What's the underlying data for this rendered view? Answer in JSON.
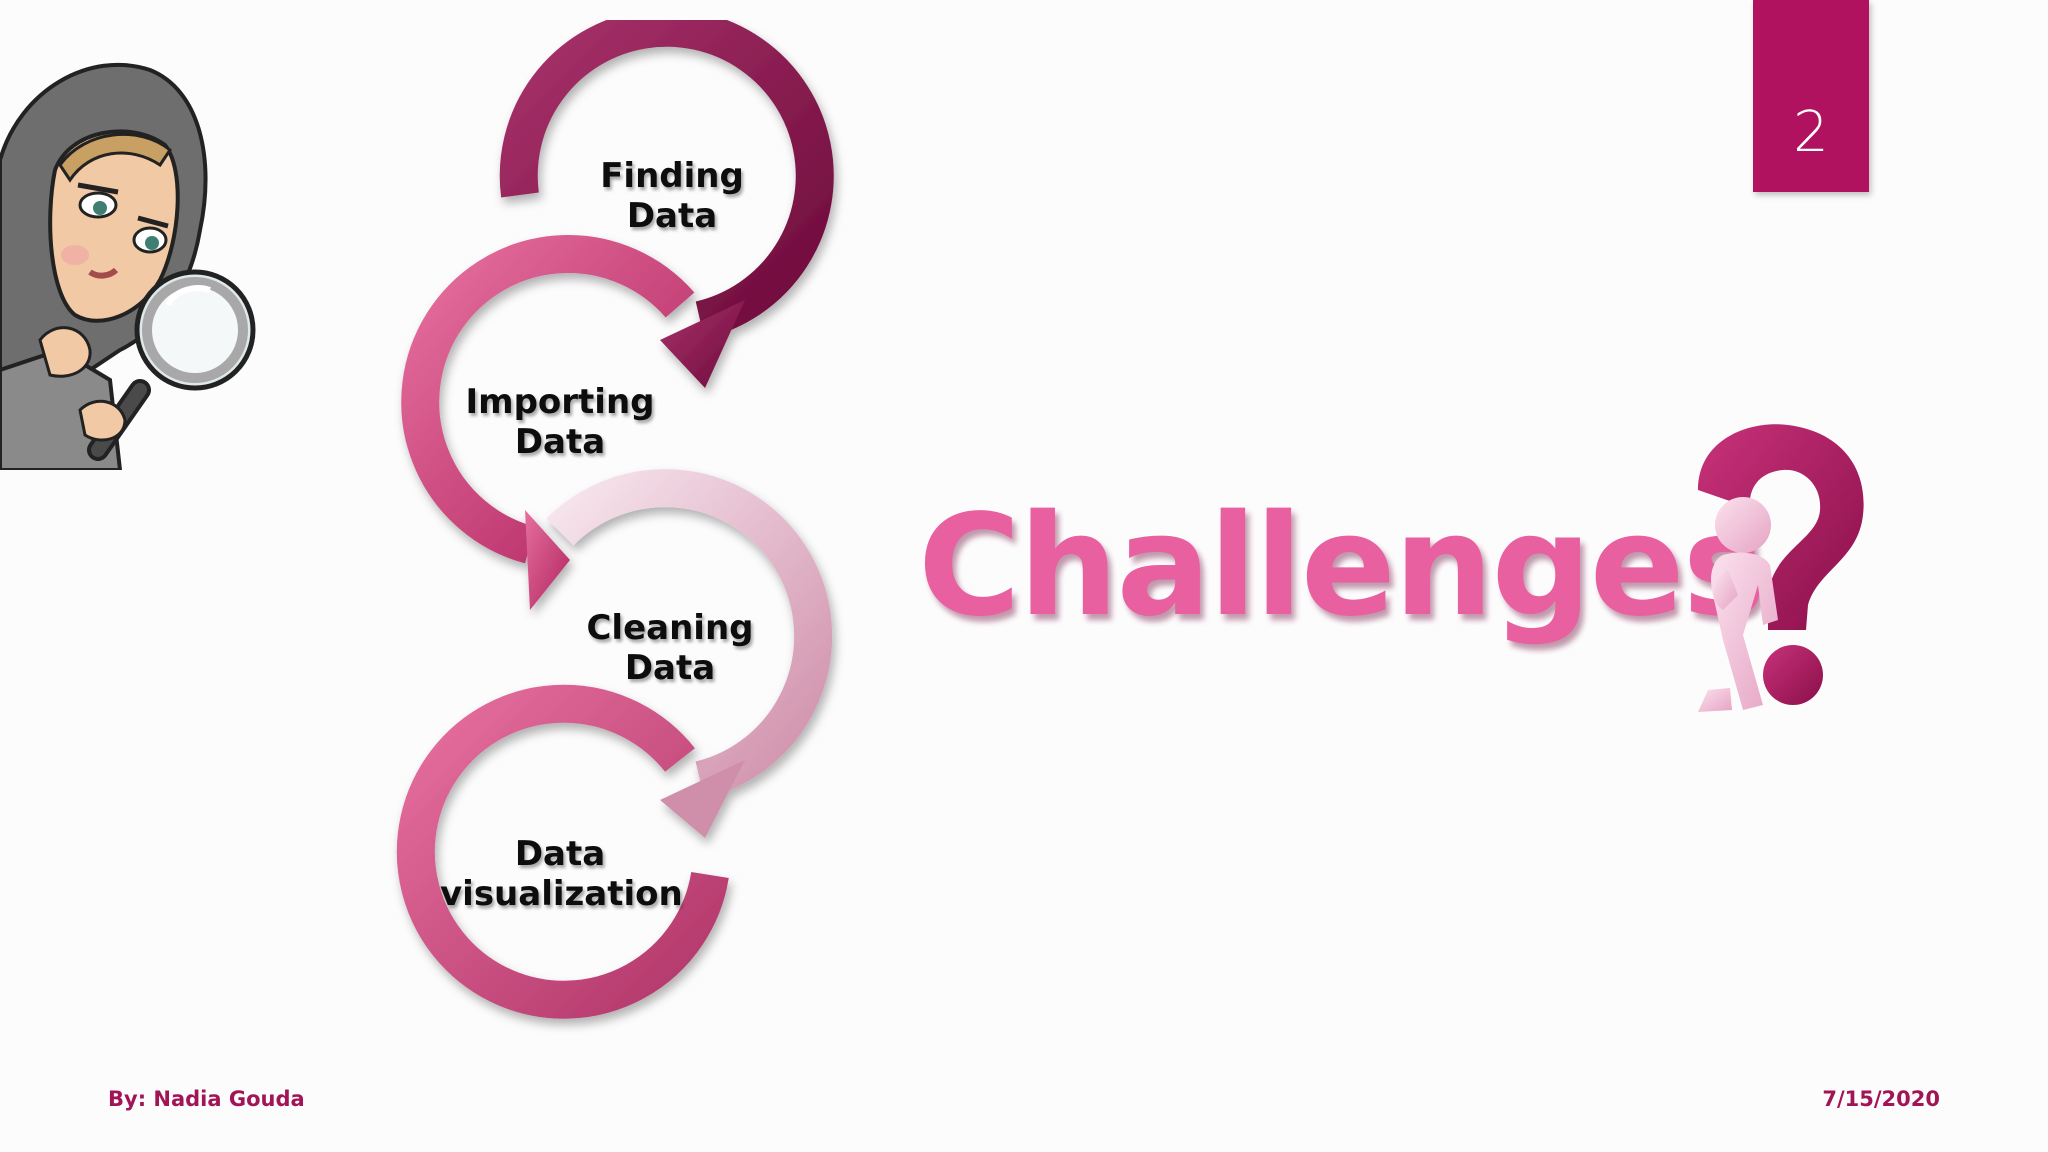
{
  "slide": {
    "page_number": "2",
    "title": "Challenges",
    "steps": [
      {
        "line1": "Finding",
        "line2": "Data"
      },
      {
        "line1": "Importing",
        "line2": "Data"
      },
      {
        "line1": "Cleaning",
        "line2": "Data"
      },
      {
        "line1": "Data",
        "line2": "visualization"
      }
    ],
    "footer": {
      "author": "By: Nadia Gouda",
      "date": "7/15/2020"
    },
    "colors": {
      "accent": "#b0125f",
      "title": "#e8609f",
      "footer_text": "#a11556"
    },
    "icons": {
      "illustration": "cartoon-detective-avatar",
      "decoration": "figure-with-question-mark"
    }
  }
}
